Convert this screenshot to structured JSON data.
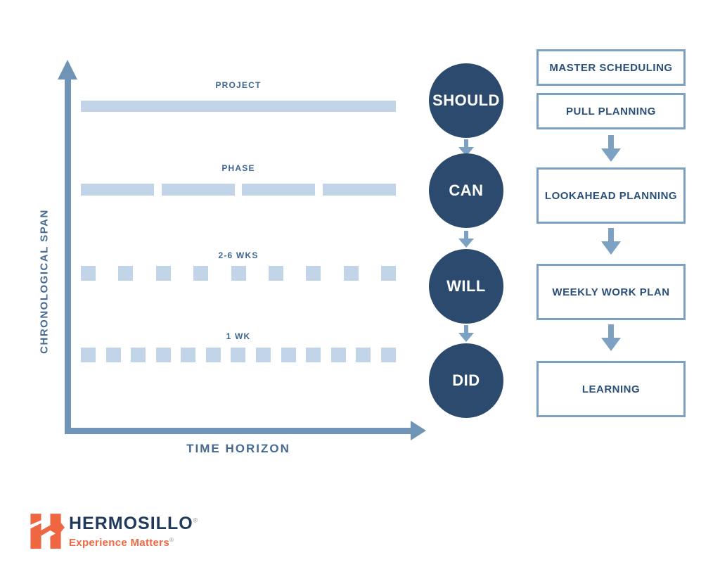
{
  "colors": {
    "navy": "#2B4A6E",
    "steel": "#6F94B5",
    "connector": "#7CA1C2",
    "border": "#7CA1C2",
    "bar": "#C2D4E8",
    "rowLabel": "#3E6692",
    "boxText": "#2A4F78",
    "axisText": "#456A91",
    "logoNavy": "#21395B",
    "orange": "#EE6742",
    "regGray": "#8C9096"
  },
  "chart": {
    "y_axis_label": "CHRONOLOGICAL SPAN",
    "x_axis_label": "TIME HORIZON",
    "rows": [
      {
        "label": "PROJECT",
        "segments": 1
      },
      {
        "label": "PHASE",
        "segments": 4
      },
      {
        "label": "2-6 WKS",
        "segments": 9
      },
      {
        "label": "1 WK",
        "segments": 13
      }
    ]
  },
  "flow": {
    "circles": [
      "SHOULD",
      "CAN",
      "WILL",
      "DID"
    ],
    "boxes": [
      "MASTER SCHEDULING",
      "PULL PLANNING",
      "LOOKAHEAD PLANNING",
      "WEEKLY WORK PLAN",
      "LEARNING"
    ]
  },
  "logo": {
    "name": "HERMOSILLO",
    "name_reg": "®",
    "tagline": "Experience Matters",
    "tagline_reg": "®"
  }
}
